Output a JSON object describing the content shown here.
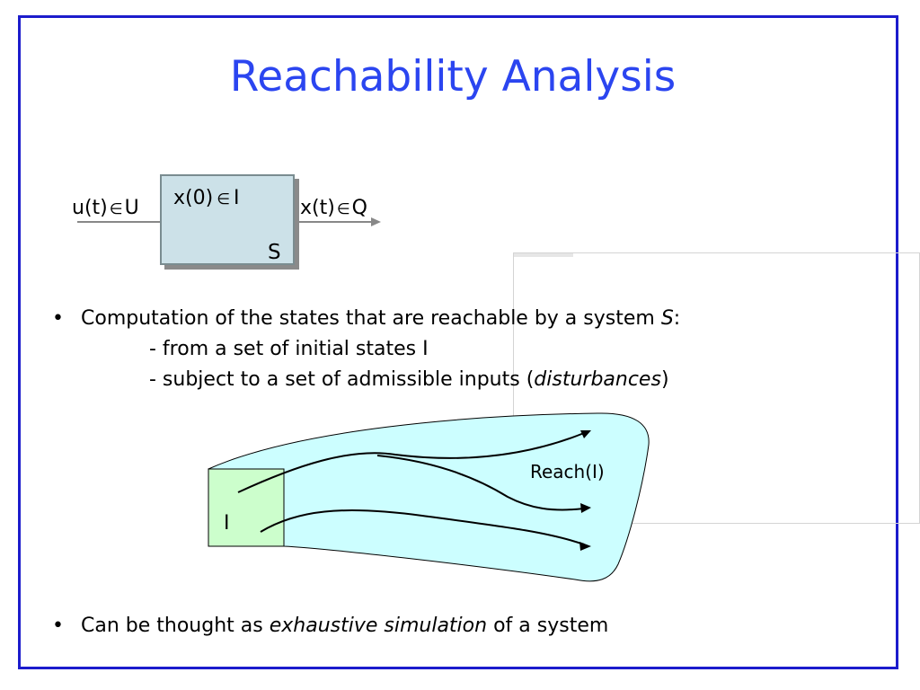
{
  "slide": {
    "title": "Reachability Analysis",
    "colors": {
      "title": "#2b45f0",
      "border": "#1c1ccc",
      "system_box": "#cce1e8",
      "reach_region": "#ccfeff",
      "initial_set": "#ccfecc"
    }
  },
  "system_diagram": {
    "input_label": "u(t)",
    "input_set": "U",
    "initial_label": "x(0)",
    "initial_set": "I",
    "output_label": "x(t)",
    "output_set": "Q",
    "system_name": "S",
    "member_symbol": "∈"
  },
  "bullet1": {
    "bullet": "•",
    "line1_prefix": "Computation of the states that are reachable by a system ",
    "line1_system": "S",
    "line1_suffix": ":",
    "sub1": "- from a set of initial states I",
    "sub2_prefix": "- subject to a set of admissible inputs (",
    "sub2_emph": "disturbances",
    "sub2_suffix": ")"
  },
  "reach_diagram": {
    "initial_set_label": "I",
    "reach_label": "Reach(I)"
  },
  "bullet2": {
    "bullet": "•",
    "prefix": "Can be thought as ",
    "emph": "exhaustive simulation",
    "suffix": " of a system"
  }
}
